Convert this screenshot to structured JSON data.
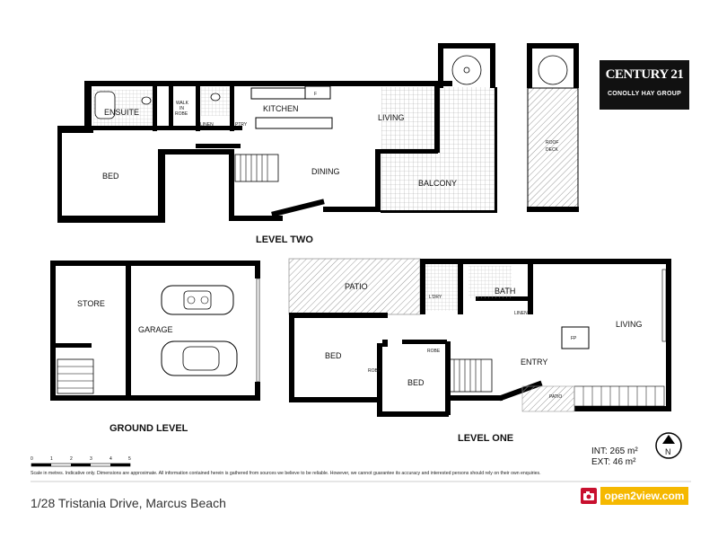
{
  "brand": {
    "logo_name": "CENTURY 21",
    "office_name": "CONOLLY HAY GROUP",
    "portal_logo": "open2view.com",
    "portal_icon": "camera-icon",
    "logo_bg_color": "#111111",
    "portal_color": "#f5b800",
    "portal_icon_color": "#c8102e"
  },
  "levels": {
    "level_two": {
      "title": "LEVEL TWO",
      "rooms": {
        "ensuite": "ENSUITE",
        "walk_in_robe": [
          "WALK",
          "IN",
          "ROBE"
        ],
        "linen": "LINEN",
        "pantry": "PTRY",
        "kitchen": "KITCHEN",
        "fridge": "F",
        "living": "LIVING",
        "bed": "BED",
        "dining": "DINING",
        "balcony": "BALCONY",
        "roof_deck": [
          "ROOF",
          "DECK"
        ]
      }
    },
    "ground_level": {
      "title": "GROUND LEVEL",
      "rooms": {
        "store": "STORE",
        "garage": "GARAGE"
      }
    },
    "level_one": {
      "title": "LEVEL ONE",
      "rooms": {
        "patio": "PATIO",
        "laundry": "L'DRY",
        "bath": "BATH",
        "linen": "LINEN",
        "living": "LIVING",
        "fireplace": "FP",
        "bed1": "BED",
        "robe1": "ROBE",
        "robe2": "ROBE",
        "entry": "ENTRY",
        "bed2": "BED",
        "entry_patio": "PATIO"
      }
    }
  },
  "areas": {
    "internal": "INT: 265 m²",
    "external": "EXT: 46 m²"
  },
  "compass": {
    "label": "N",
    "icon": "north-arrow-icon"
  },
  "scale": {
    "ticks": [
      "0",
      "1",
      "2",
      "3",
      "4",
      "5"
    ]
  },
  "disclaimer": "Scale in metres. Indicative only. Dimensions are approximate. All information contained herein is gathered from sources we believe to be reliable. However, we cannot guarantee its accuracy and interested persons should rely on their own enquiries.",
  "address": "1/28 Tristania Drive, Marcus Beach"
}
